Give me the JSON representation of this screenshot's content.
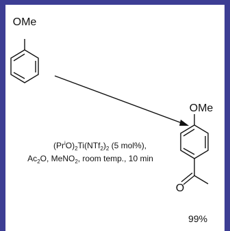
{
  "reactant": {
    "substituent": "OMe"
  },
  "product": {
    "substituent": "OMe",
    "yield": "99%"
  },
  "conditions": {
    "catalyst": {
      "open": "(Pr",
      "sup": "i",
      "mid": "O)",
      "sub1": "2",
      "ti": "Ti(NTf",
      "sub2": "2",
      "close": ")",
      "sub3": "2",
      "loading": " (5 mol%),"
    },
    "reagents": {
      "ac": "Ac",
      "ac_sub": "2",
      "o": "O, MeNO",
      "no_sub": "2",
      "rest": ", room temp., 10 min"
    }
  },
  "colors": {
    "frame": "#3d3e94",
    "ink": "#111111"
  }
}
